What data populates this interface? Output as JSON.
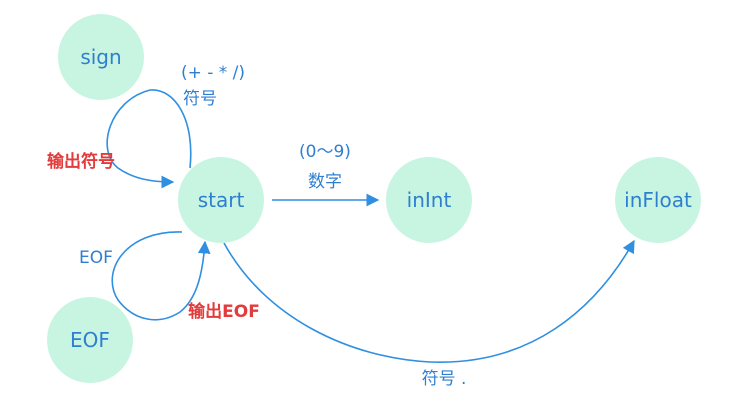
{
  "nodes": {
    "sign": "sign",
    "start": "start",
    "inint": "inInt",
    "infloat": "inFloat",
    "eof": "EOF"
  },
  "edges": {
    "sign_loop_condition_line1": "(+ - * /)",
    "sign_loop_condition_line2": "符号",
    "sign_loop_output": "输出符号",
    "digit_condition_line1": "(0～9)",
    "digit_condition_line2": "数字",
    "eof_loop_condition": "EOF",
    "eof_loop_output": "输出EOF",
    "float_condition": "符号 ."
  },
  "colors": {
    "node_fill": "#c8f5e1",
    "node_text": "#2f7fd0",
    "edge_stroke": "#2f8fe0",
    "output_text": "#e33b3b"
  }
}
